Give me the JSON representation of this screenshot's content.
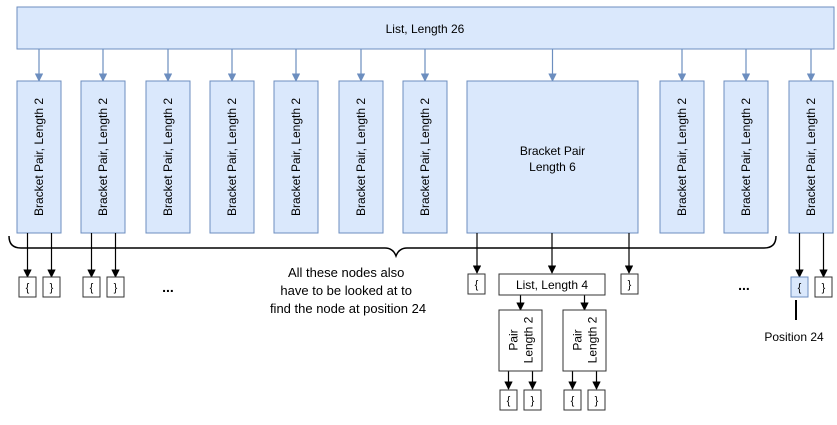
{
  "colors": {
    "node_fill": "#dae8fc",
    "node_stroke": "#6c8ebf",
    "plain_fill": "#ffffff",
    "plain_stroke": "#000000",
    "highlight_fill": "#dae8fc",
    "text": "#000000"
  },
  "root": {
    "label": "List, Length 26"
  },
  "children": [
    {
      "label": "Bracket Pair, Length 2",
      "kind": "pair2",
      "leaves": [
        "{",
        "}"
      ]
    },
    {
      "label": "Bracket Pair, Length 2",
      "kind": "pair2",
      "leaves": [
        "{",
        "}"
      ]
    },
    {
      "label": "Bracket Pair, Length 2",
      "kind": "pair2"
    },
    {
      "label": "Bracket Pair, Length 2",
      "kind": "pair2"
    },
    {
      "label": "Bracket Pair, Length 2",
      "kind": "pair2"
    },
    {
      "label": "Bracket Pair, Length 2",
      "kind": "pair2"
    },
    {
      "label": "Bracket Pair, Length 2",
      "kind": "pair2"
    },
    {
      "label_lines": [
        "Bracket Pair",
        "Length 6"
      ],
      "kind": "pair6"
    },
    {
      "label": "Bracket Pair, Length 2",
      "kind": "pair2"
    },
    {
      "label": "Bracket Pair, Length 2",
      "kind": "pair2"
    },
    {
      "label": "Bracket Pair, Length 2",
      "kind": "pair2",
      "leaves": [
        "{",
        "}"
      ],
      "highlight_leaf": 0
    }
  ],
  "big_pair": {
    "open": "{",
    "close": "}",
    "inner_list": "List, Length 4",
    "inner_pairs": [
      {
        "label_lines": [
          "Pair",
          "Length 2"
        ],
        "leaves": [
          "{",
          "}"
        ]
      },
      {
        "label_lines": [
          "Pair",
          "Length 2"
        ],
        "leaves": [
          "{",
          "}"
        ]
      }
    ]
  },
  "ellipsis": "...",
  "annotation": {
    "lines": [
      "All these nodes also",
      "have to be looked at to",
      "find the node at position 24"
    ]
  },
  "position_label": "Position 24"
}
